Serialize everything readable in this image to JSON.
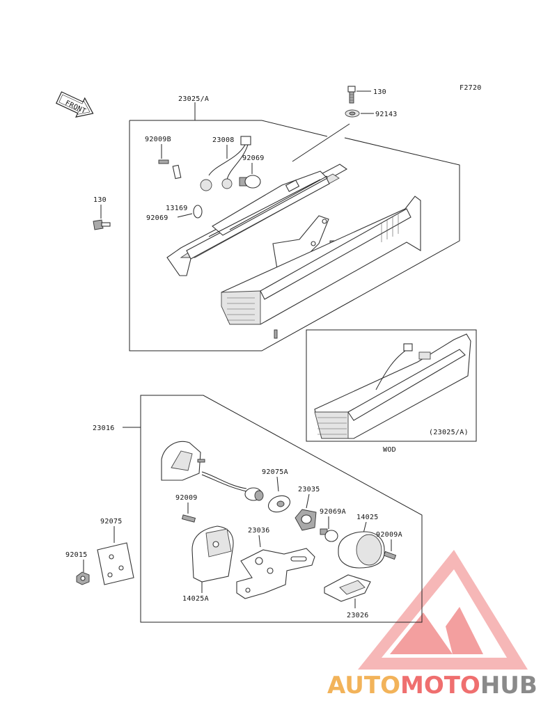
{
  "figure_code": "F2720",
  "front_label": "FRONT",
  "variant_label": "WOD",
  "variant_ref": "(23025/A)",
  "labels": {
    "p130_top": "130",
    "p92143": "92143",
    "p23025A": "23025/A",
    "p92009B": "92009B",
    "p23008": "23008",
    "p92069_top": "92069",
    "p130_left": "130",
    "p13169": "13169",
    "p92069_mid": "92069",
    "p23016": "23016",
    "p92075A": "92075A",
    "p23035": "23035",
    "p92009": "92009",
    "p92069A": "92069A",
    "p14025": "14025",
    "p92075": "92075",
    "p23036": "23036",
    "p92009A": "92009A",
    "p92015": "92015",
    "p14025A": "14025A",
    "p23026": "23026"
  },
  "watermark": {
    "part1": "AUTO",
    "part2": "MOTO",
    "part3": "HUB",
    "colors": {
      "auto": "#f2b35a",
      "moto": "#ef6f6f",
      "hub": "#8a8a8a",
      "logo": "#f07a7a"
    }
  }
}
